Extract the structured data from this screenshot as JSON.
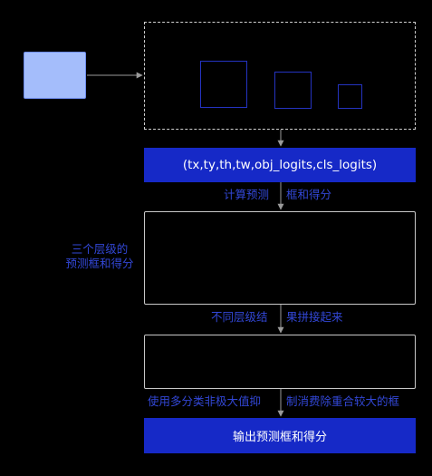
{
  "params_bar": {
    "label": "(tx,ty,th,tw,obj_logits,cls_logits)"
  },
  "edge_labels": {
    "compute_a": "计算预测",
    "compute_b": "框和得分",
    "merge_a": "不同层级结",
    "merge_b": "果拼接起来",
    "nms_a": "使用多分类非极大值抑",
    "nms_b": "制消费除重合较大的框"
  },
  "side_label": {
    "line1": "三个层级的",
    "line2": "预测框和得分"
  },
  "output_bar": {
    "label": "输出预测框和得分"
  },
  "colors": {
    "input_fill": "#a4bdfb",
    "bar_fill": "#1629c7",
    "label_text": "#3247d6",
    "grid_stroke": "#2433c0",
    "line": "#9a9a9a"
  }
}
